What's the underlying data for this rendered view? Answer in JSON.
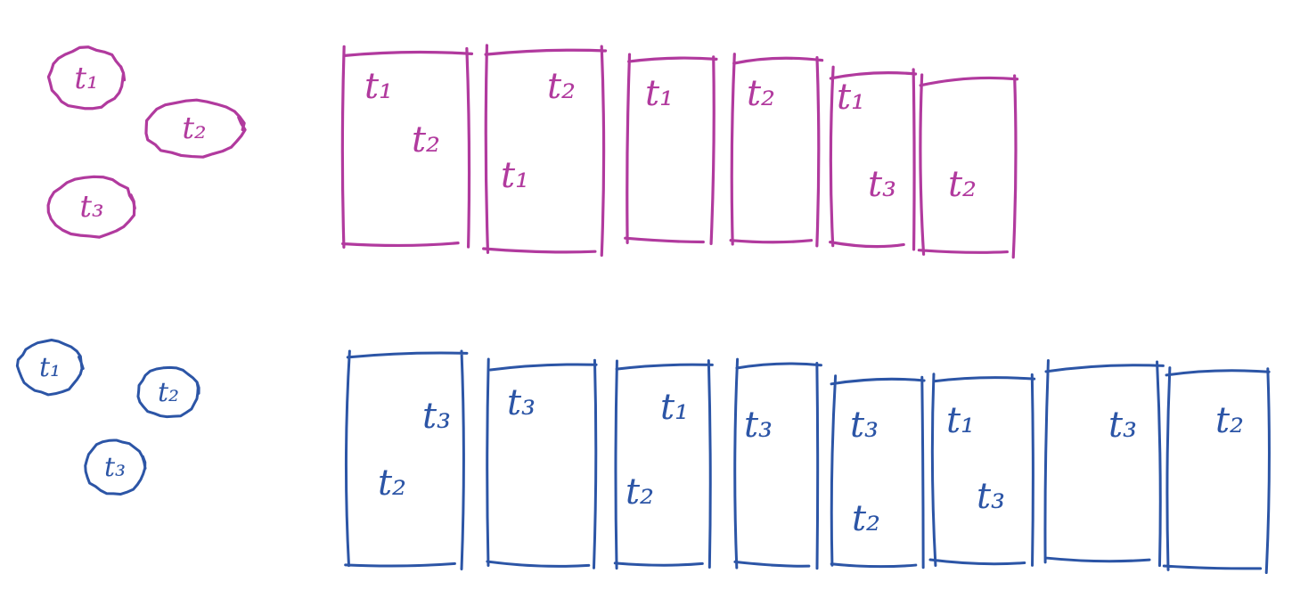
{
  "colors": {
    "magenta": "#b13a9e",
    "blue": "#2c55a6"
  },
  "rows": [
    {
      "id": "magenta",
      "color": "#b13a9e",
      "nodes": [
        {
          "label": "t₁"
        },
        {
          "label": "t₂"
        },
        {
          "label": "t₃"
        }
      ],
      "boxes": [
        {
          "tokens": [
            {
              "label": "t₁"
            },
            {
              "label": "t₂"
            }
          ]
        },
        {
          "tokens": [
            {
              "label": "t₂"
            },
            {
              "label": "t₁"
            }
          ]
        },
        {
          "tokens": [
            {
              "label": "t₁"
            }
          ]
        },
        {
          "tokens": [
            {
              "label": "t₂"
            }
          ]
        },
        {
          "tokens": [
            {
              "label": "t₁"
            },
            {
              "label": "t₃"
            }
          ]
        },
        {
          "tokens": [
            {
              "label": "t₂"
            }
          ]
        }
      ]
    },
    {
      "id": "blue",
      "color": "#2c55a6",
      "nodes": [
        {
          "label": "t₁"
        },
        {
          "label": "t₂"
        },
        {
          "label": "t₃"
        }
      ],
      "boxes": [
        {
          "tokens": [
            {
              "label": "t₃"
            },
            {
              "label": "t₂"
            }
          ]
        },
        {
          "tokens": [
            {
              "label": "t₃"
            }
          ]
        },
        {
          "tokens": [
            {
              "label": "t₁"
            },
            {
              "label": "t₂"
            }
          ]
        },
        {
          "tokens": [
            {
              "label": "t₃"
            }
          ]
        },
        {
          "tokens": [
            {
              "label": "t₃"
            },
            {
              "label": "t₂"
            }
          ]
        },
        {
          "tokens": [
            {
              "label": "t₁"
            },
            {
              "label": "t₃"
            }
          ]
        },
        {
          "tokens": [
            {
              "label": "t₃"
            }
          ]
        },
        {
          "tokens": [
            {
              "label": "t₂"
            }
          ]
        }
      ]
    }
  ]
}
